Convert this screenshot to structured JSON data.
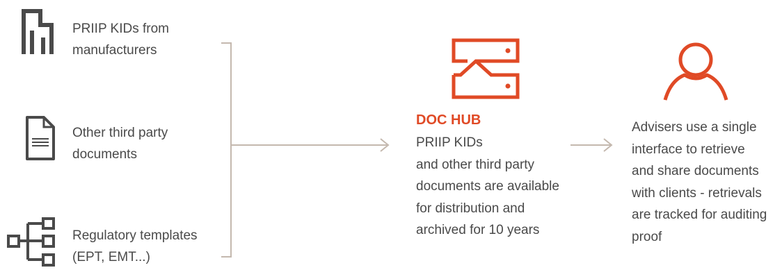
{
  "sources": [
    {
      "label": "PRIIP KIDs from\nmanufacturers",
      "icon": "building-icon"
    },
    {
      "label": "Other third party\ndocuments",
      "icon": "document-icon"
    },
    {
      "label": "Regulatory templates\n(EPT, EMT...)",
      "icon": "hierarchy-icon"
    }
  ],
  "hub": {
    "icon": "server-icon",
    "title": "DOC HUB",
    "lines": [
      "PRIIP KIDs",
      "and other third party",
      "documents are available",
      "for distribution and",
      "archived for 10 years"
    ]
  },
  "adviser": {
    "icon": "user-icon",
    "lines": [
      "Advisers use a single",
      "interface to retrieve",
      "and share documents",
      "with clients - retrievals",
      "are tracked for auditing",
      "proof"
    ]
  },
  "colors": {
    "accent": "#e04a26",
    "icon_gray": "#4a4a4a",
    "line": "#c4b8ae"
  }
}
